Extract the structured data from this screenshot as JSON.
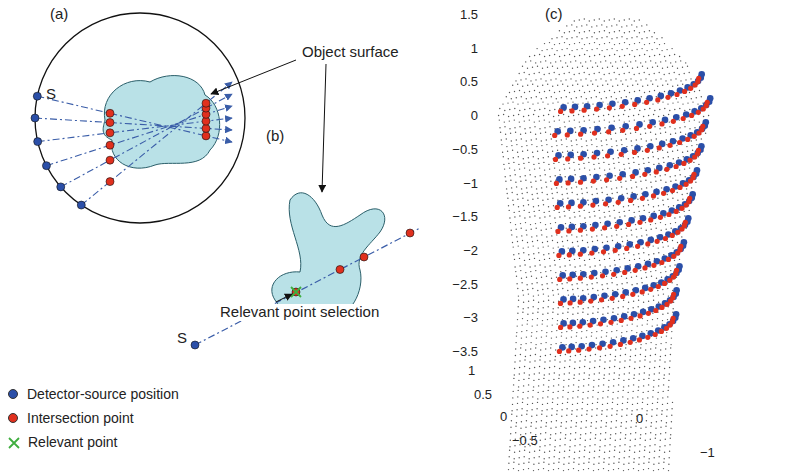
{
  "diagram": {
    "labels": [
      "(a)",
      "S",
      "Object surface",
      "(b)",
      "S",
      "Relevant point selection",
      "(c)",
      "1.5",
      "1",
      "0.5",
      "0",
      "−0.5",
      "−1",
      "−1.5",
      "−2",
      "−2.5",
      "−3",
      "−3.5",
      "1",
      "0.5",
      "0",
      "−0.5",
      "0",
      "−1"
    ],
    "legend": [
      {
        "text": "Detector-source position",
        "color": "#2b4fa8"
      },
      {
        "text": "Intersection point",
        "color": "#e0301e"
      },
      {
        "text": "Relevant point"
      }
    ]
  }
}
